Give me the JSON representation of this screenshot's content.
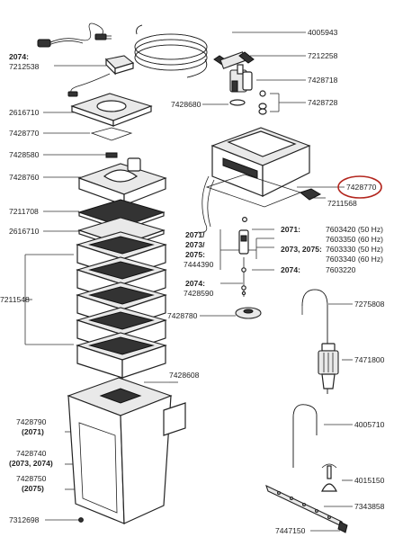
{
  "labels": {
    "hose": "4005943",
    "m2074_label": "2074:",
    "m2074_code": "7212538",
    "valve": "7212258",
    "valve_base": "7428718",
    "valve_ring": "7428680",
    "valve_clips": "7428728",
    "lid": "2616710",
    "lid_seal": "7428770",
    "tray_clip": "7428580",
    "filter_top": "7428760",
    "pad1": "7211708",
    "pad2": "2616710",
    "baskets": "7211548",
    "head_seal": "7428770",
    "head_clip": "7211568",
    "m_all": "2071/\n2073/\n2075:",
    "m_all_code": "7444390",
    "m2074b_label": "2074:",
    "m2074b_code": "7428590",
    "m2071": "2071:",
    "c7603420": "7603420 (50 Hz)",
    "c7603350": "7603350 (60 Hz)",
    "m2073_2075": "2073, 2075:",
    "c7603330": "7603330 (50 Hz)",
    "c7603340": "7603340 (60 Hz)",
    "m2074c": "2074:",
    "c7603220": "7603220",
    "rotor_cap": "7428780",
    "canister": "7428608",
    "intake_tube": "7275808",
    "strainer": "7471800",
    "outlet_tube": "4005710",
    "c7428790": "7428790",
    "c7428790m": "(2071)",
    "c7428740": "7428740",
    "c7428740m": "(2073, 2074)",
    "c7428750": "7428750",
    "c7428750m": "(2075)",
    "suction": "4015150",
    "spraybar": "7343858",
    "cap_small": "7312698",
    "spray_end": "7447150"
  },
  "colors": {
    "highlight_circle": "#b3261e",
    "line": "#333333"
  }
}
